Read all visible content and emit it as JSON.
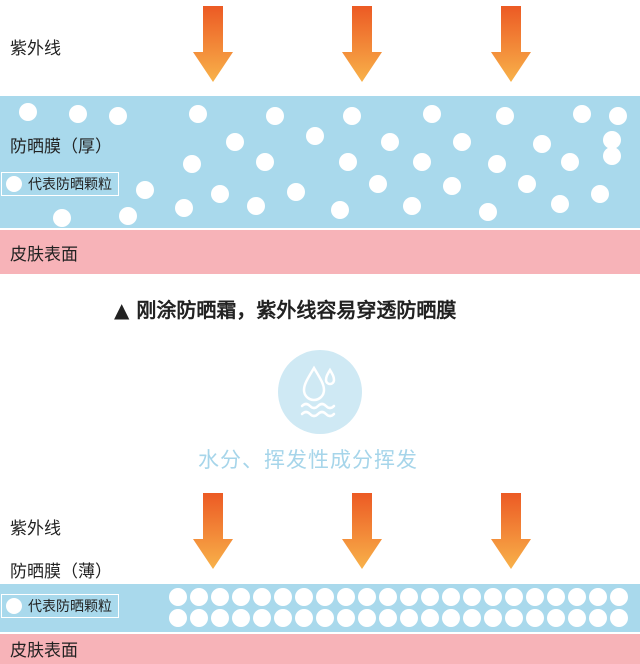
{
  "top": {
    "uv_label": "紫外线",
    "film_label": "防晒膜（厚）",
    "legend_label": "代表防晒颗粒",
    "skin_label": "皮肤表面"
  },
  "caption": "▲ 刚涂防晒霜，紫外线容易穿透防晒膜",
  "evaporation": {
    "text": "水分、挥发性成分挥发",
    "icon": "water-drop-evaporation-icon"
  },
  "bottom": {
    "uv_label": "紫外线",
    "film_label": "防晒膜（薄）",
    "legend_label": "代表防晒颗粒",
    "skin_label": "皮肤表面"
  },
  "colors": {
    "film": "#a9d9ec",
    "skin": "#f7b3b8",
    "arrow_light": "#f8b24a",
    "arrow_dark": "#ec5a24",
    "water": "#a6d5ea"
  }
}
